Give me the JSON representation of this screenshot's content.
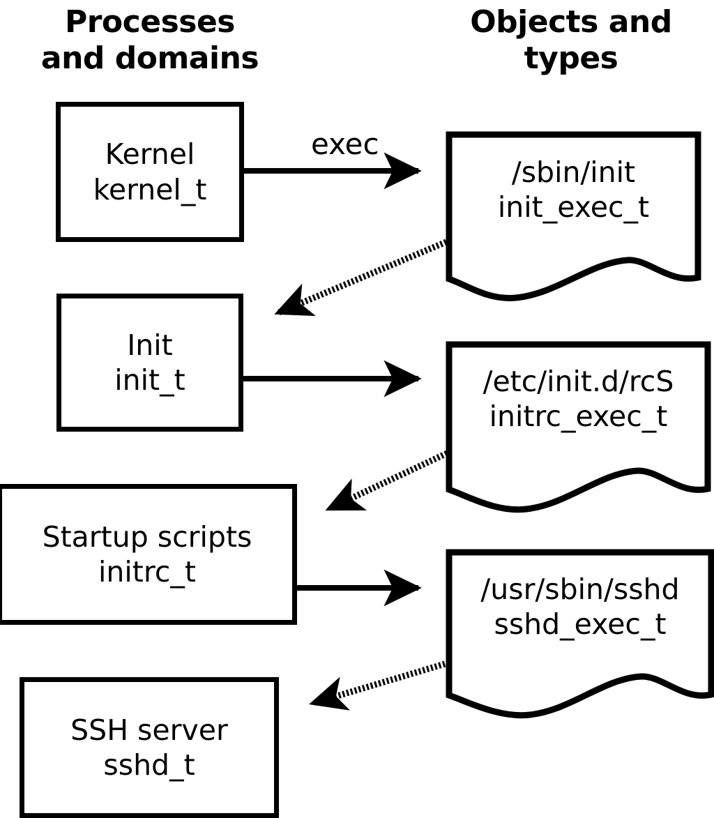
{
  "headers": {
    "left": "Processes\nand domains",
    "right": "Objects and\ntypes"
  },
  "colors": {
    "stroke": "#000000",
    "fill": "#ffffff",
    "text": "#000000"
  },
  "process_boxes": [
    {
      "name": "kernel",
      "title": "Kernel",
      "type": "kernel_t"
    },
    {
      "name": "init",
      "title": "Init",
      "type": "init_t"
    },
    {
      "name": "startup-scripts",
      "title": "Startup scripts",
      "type": "initrc_t"
    },
    {
      "name": "ssh-server",
      "title": "SSH server",
      "type": "sshd_t"
    }
  ],
  "object_docs": [
    {
      "name": "sbin-init",
      "path": "/sbin/init",
      "type": "init_exec_t"
    },
    {
      "name": "etc-initd-rcs",
      "path": "/etc/init.d/rcS",
      "type": "initrc_exec_t"
    },
    {
      "name": "usr-sbin-sshd",
      "path": "/usr/sbin/sshd",
      "type": "sshd_exec_t"
    }
  ],
  "edges": [
    {
      "name": "kernel-exec-init",
      "label": "exec",
      "style": "solid",
      "from": "kernel",
      "to": "sbin-init"
    },
    {
      "name": "initexec-transition-init",
      "label": "",
      "style": "dotted",
      "from": "sbin-init",
      "to": "init"
    },
    {
      "name": "init-exec-rcs",
      "label": "",
      "style": "solid",
      "from": "init",
      "to": "etc-initd-rcs"
    },
    {
      "name": "rcsexec-transition-initrc",
      "label": "",
      "style": "dotted",
      "from": "etc-initd-rcs",
      "to": "startup-scripts"
    },
    {
      "name": "initrc-exec-sshd",
      "label": "",
      "style": "solid",
      "from": "startup-scripts",
      "to": "usr-sbin-sshd"
    },
    {
      "name": "sshdexec-transition-sshd",
      "label": "",
      "style": "dotted",
      "from": "usr-sbin-sshd",
      "to": "ssh-server"
    }
  ]
}
